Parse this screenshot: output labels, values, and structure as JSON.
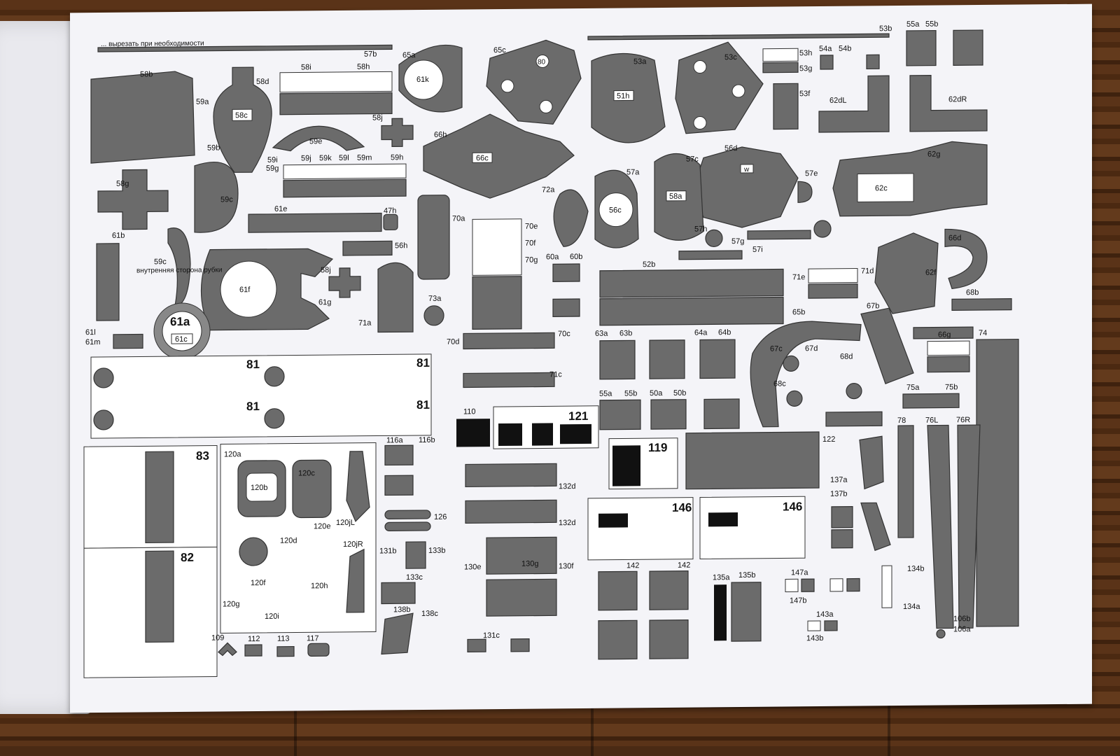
{
  "labels": {
    "57a": "57a",
    "57b": "57b",
    "58b": "58b",
    "58d": "58d",
    "58i": "58i",
    "58h": "58h",
    "59a": "59a",
    "58c": "58c",
    "59e": "59e",
    "58j": "58j",
    "59b": "59b",
    "59c": "59c",
    "59g": "59g",
    "59i": "59i",
    "59j": "59j",
    "59k": "59k",
    "59l": "59l",
    "59m": "59m",
    "59h": "59h",
    "61e": "61e",
    "47h": "47h",
    "61b": "61b",
    "58g": "58g",
    "56h": "56h",
    "59c_note": "59c",
    "inner_note": "внутренняя сторона рубки",
    "61f": "61f",
    "61g": "61g",
    "58j2": "58j",
    "61a": "61a",
    "61c": "61c",
    "61l": "61l",
    "61m": "61m",
    "71a": "71a",
    "73a": "73a",
    "65a": "65a",
    "61k": "61k",
    "65c": "65c",
    "66h": "66h",
    "66c": "66c",
    "72a": "72a",
    "70a": "70a",
    "70e": "70e",
    "70f": "70f",
    "70g": "70g",
    "60a": "60a",
    "60b": "60b",
    "53a": "53a",
    "51h": "51h",
    "53c": "53c",
    "53b": "53b",
    "53h": "53h",
    "53g": "53g",
    "53f": "53f",
    "54a": "54a",
    "54b": "54b",
    "55a": "55a",
    "55b": "55b",
    "62dL": "62dL",
    "62dR": "62dR",
    "56d": "56d",
    "57c": "57c",
    "57a2": "57a",
    "56c": "56c",
    "58a": "58a",
    "57e": "57e",
    "62g": "62g",
    "62c": "62c",
    "57h": "57h",
    "57g": "57g",
    "57i": "57i",
    "52b": "52b",
    "71e": "71e",
    "71d": "71d",
    "62f": "62f",
    "66d": "66d",
    "68b": "68b",
    "67b": "67b",
    "65b": "65b",
    "63a": "63a",
    "63b": "63b",
    "64a": "64a",
    "64b": "64b",
    "67c": "67c",
    "67d": "67d",
    "68d": "68d",
    "68c": "68c",
    "66g": "66g",
    "74": "74",
    "50a": "50a",
    "50b": "50b",
    "75a": "75a",
    "75b": "75b",
    "70d": "70d",
    "70c": "70c",
    "71c": "71c",
    "81": "81",
    "110": "110",
    "121": "121",
    "122": "122",
    "119": "119",
    "78": "78",
    "76L": "76L",
    "76R": "76R",
    "83": "83",
    "82": "82",
    "120a": "120a",
    "120b": "120b",
    "120c": "120c",
    "120jL": "120jL",
    "120jR": "120jR",
    "120d": "120d",
    "120e": "120e",
    "120f": "120f",
    "120g": "120g",
    "120h": "120h",
    "120i": "120i",
    "116a": "116a",
    "116b": "116b",
    "126": "126",
    "131b": "131b",
    "133b": "133b",
    "133c": "133c",
    "132d": "132d",
    "130e": "130e",
    "130g": "130g",
    "130f": "130f",
    "138b": "138b",
    "138c": "138c",
    "131c": "131c",
    "146": "146",
    "142": "142",
    "135a": "135a",
    "135b": "135b",
    "147a": "147a",
    "147b": "147b",
    "143a": "143a",
    "143b": "143b",
    "134b": "134b",
    "134a": "134a",
    "137a": "137a",
    "137b": "137b",
    "106b": "106b",
    "106a": "106a",
    "109": "109",
    "112": "112",
    "113": "113",
    "117": "117",
    "80": "80",
    "w": "w"
  },
  "header_note": "... вырезать при необходимости",
  "colors": {
    "part": "#6b6b6b",
    "paper": "#f4f4f8",
    "outline": "#333333"
  }
}
